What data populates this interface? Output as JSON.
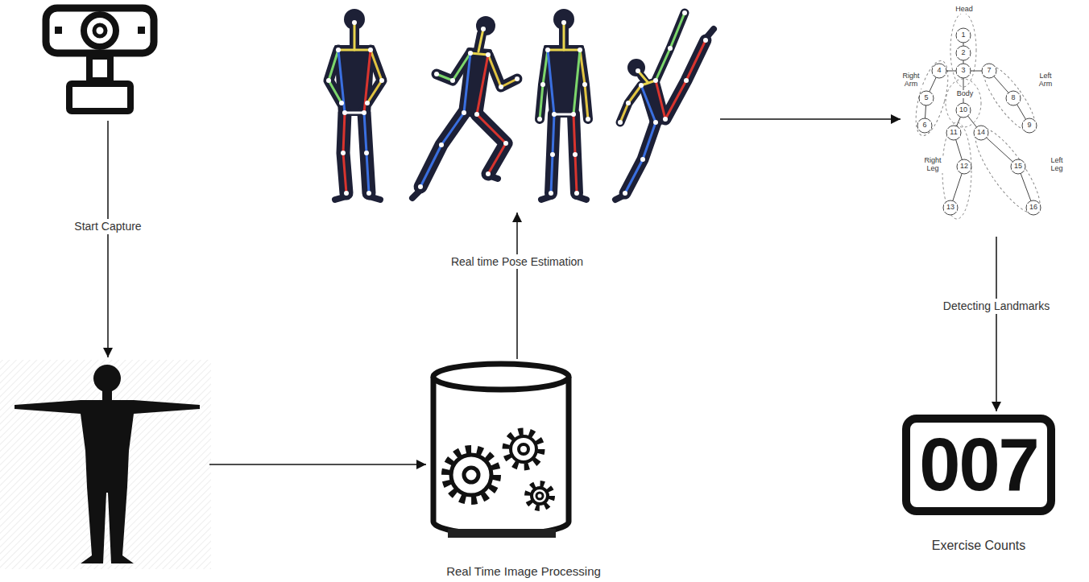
{
  "diagram": {
    "nodes": [
      {
        "text": []
      },
      {
        "text": []
      },
      {
        "text": [
          "Real Time Image Processing"
        ]
      },
      {
        "text": []
      },
      {
        "text": []
      },
      {
        "text": [
          "007",
          "Exercise Counts"
        ]
      }
    ],
    "edges": [
      {
        "from": 0,
        "to": 1,
        "arrow": "to",
        "label": "Start Capture"
      },
      {
        "from": 1,
        "to": 2,
        "arrow": "to"
      },
      {
        "from": 2,
        "to": 3,
        "arrow": "to",
        "label": "Real time Pose Estimation"
      },
      {
        "from": 3,
        "to": 4,
        "arrow": "to"
      },
      {
        "from": 4,
        "to": 5,
        "arrow": "to",
        "label": "Detecting Landmarks"
      }
    ],
    "labels": [
      "Head",
      "1",
      "2",
      "3",
      "4",
      "7",
      "Right Arm",
      "Left Arm",
      "5",
      "8",
      "Body",
      "10",
      "6",
      "9",
      "11",
      "14",
      "Right Leg",
      "12",
      "15",
      "Left Leg",
      "13",
      "16"
    ]
  }
}
